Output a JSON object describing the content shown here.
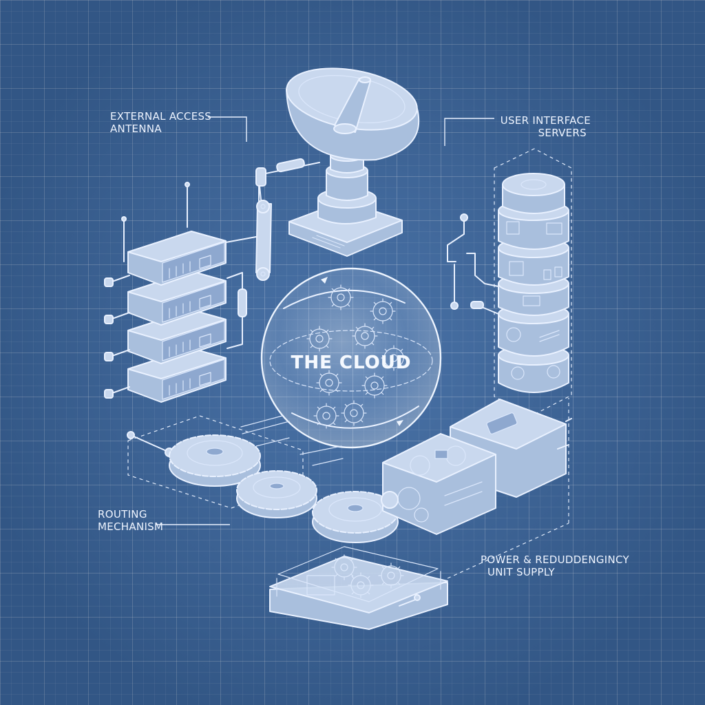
{
  "diagram": {
    "center_title": "THE CLOUD",
    "callouts": {
      "antenna": [
        "EXTERNAL ACCESS",
        "ANTENNA"
      ],
      "servers": [
        "USER INTERFACE",
        "SERVERS"
      ],
      "routing": [
        "ROUTING",
        "MECHANISM"
      ],
      "power": [
        "POWER & REDUDDENGINCY",
        "UNIT SUPPLY"
      ]
    }
  },
  "colors": {
    "background": "#3d69a2",
    "ink": "#e9f1ff",
    "fill_light": "#c9d8ee"
  }
}
